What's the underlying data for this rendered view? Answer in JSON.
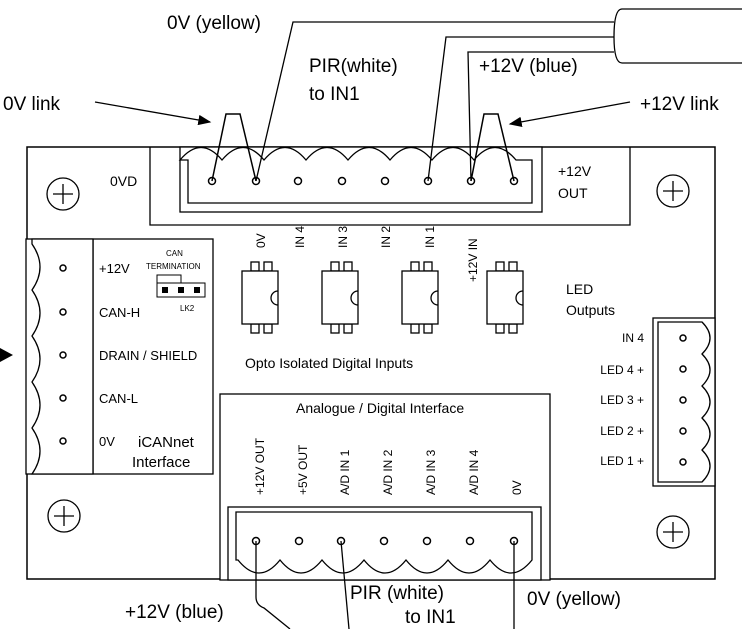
{
  "annotations": {
    "ov_yellow_top": "0V (yellow)",
    "pir_white_top_line1": "PIR(white)",
    "pir_white_top_line2": "to IN1",
    "plus12v_blue_top": "+12V (blue)",
    "ov_link": "0V link",
    "plus12v_link": "+12V link",
    "plus12v_blue_bottom": "+12V (blue)",
    "pir_white_bottom_line1": "PIR (white)",
    "pir_white_bottom_line2": "to IN1",
    "ov_yellow_bottom": "0V (yellow)"
  },
  "board": {
    "ovd": "0VD",
    "plus12v_out_line1": "+12V",
    "plus12v_out_line2": "OUT",
    "opto_pins": [
      "0V",
      "IN 4",
      "IN 3",
      "IN 2",
      "IN 1",
      "+12V IN"
    ],
    "opto_title": "Opto Isolated Digital Inputs",
    "can_labels": [
      "+12V",
      "CAN-H",
      "DRAIN / SHIELD",
      "CAN-L",
      "0V"
    ],
    "can_termination_line1": "CAN",
    "can_termination_line2": "TERMINATION",
    "lk2": "LK2",
    "icannet_line1": "iCANnet",
    "icannet_line2": "Interface",
    "led_title_line1": "LED",
    "led_title_line2": "Outputs",
    "led_labels": [
      "IN 4",
      "LED 4 +",
      "LED 3 +",
      "LED 2 +",
      "LED 1 +"
    ],
    "analogue_title": "Analogue / Digital Interface",
    "analogue_pins": [
      "+12V OUT",
      "+5V OUT",
      "A/D IN 1",
      "A/D IN 2",
      "A/D IN 3",
      "A/D IN 4",
      "0V"
    ]
  }
}
